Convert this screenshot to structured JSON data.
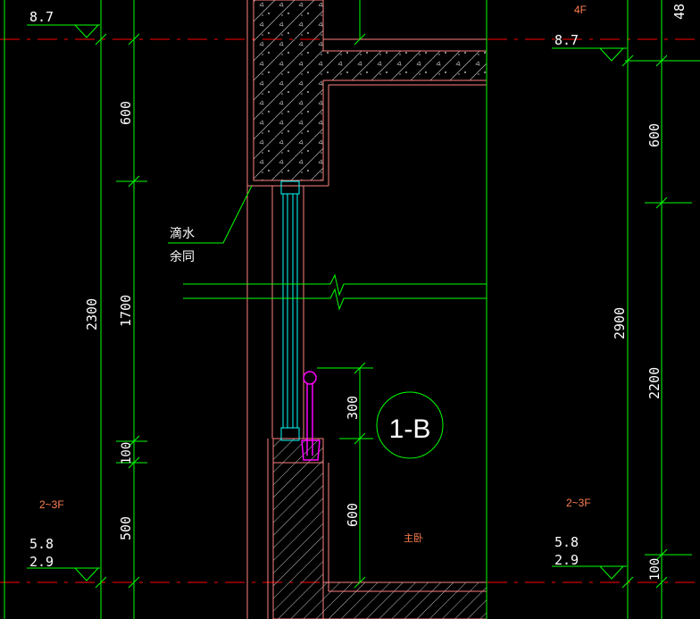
{
  "colors": {
    "background": "#000000",
    "dimension": "#00ff00",
    "wall_outline": "#ff8080",
    "window": "#00ffff",
    "handle": "#ff00ff",
    "text_white": "#ffffff",
    "text_orange": "#ff7f50",
    "axis_red": "#ff0000"
  },
  "levels": {
    "left_top": "8.7",
    "left_bottom_upper": "5.8",
    "left_bottom_lower": "2.9",
    "right_top": "8.7",
    "right_bottom_upper": "5.8",
    "right_bottom_lower": "2.9"
  },
  "floor_labels": {
    "left_floor": "2~3F",
    "right_floor": "2~3F",
    "right_top_floor": "4F"
  },
  "dimensions": {
    "left_outer_total": "2300",
    "left_inner_upper": "600",
    "left_inner_middle": "1700",
    "left_inner_small": "100",
    "left_inner_lower": "500",
    "right_outer_total": "2900",
    "right_top_cut": "48",
    "right_inner_upper": "600",
    "right_inner_middle": "2200",
    "right_inner_lower": "100",
    "center_upper": "300",
    "center_lower": "600"
  },
  "annotation": {
    "line1": "滴水",
    "line2": "余同"
  },
  "section_marker": "1-B",
  "room_label": "主卧"
}
